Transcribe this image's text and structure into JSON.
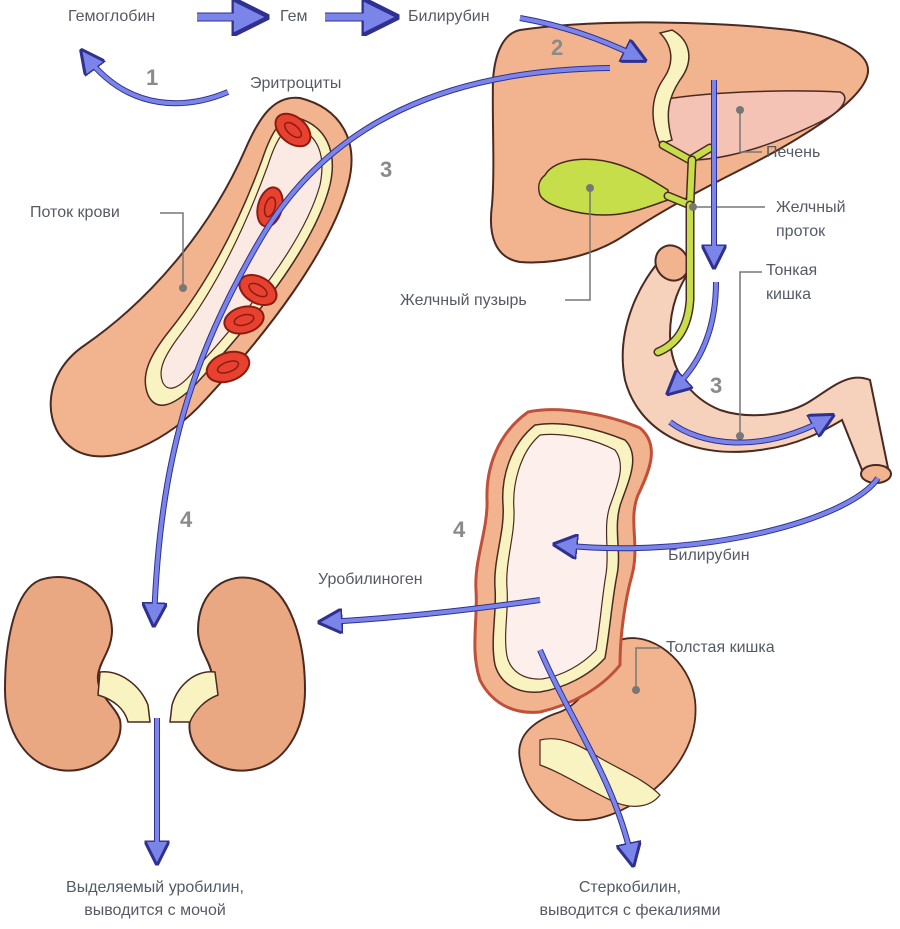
{
  "flow": {
    "hemoglobin": "Гемоглобин",
    "heme": "Гем",
    "bilirubin_top": "Билирубин",
    "erythrocytes": "Эритроциты"
  },
  "labels": {
    "blood_flow": "Поток крови",
    "liver": "Печень",
    "bile_duct_line1": "Желчный",
    "bile_duct_line2": "проток",
    "gallbladder": "Желчный пузырь",
    "small_intestine_line1": "Тонкая",
    "small_intestine_line2": "кишка",
    "bilirubin_colon": "Билирубин",
    "urobilinogen": "Уробилиноген",
    "large_intestine": "Толстая кишка",
    "urine_line1": "Выделяемый уробилин,",
    "urine_line2": "выводится с мочой",
    "feces_line1": "Стеркобилин,",
    "feces_line2": "выводится с фекалиями"
  },
  "steps": {
    "s1": "1",
    "s2": "2",
    "s3a": "3",
    "s3b": "3",
    "s4a": "4",
    "s4b": "4"
  },
  "colors": {
    "arrow": "#7b84e8",
    "arrow_outline": "#3b3f9e",
    "organ_orange": "#f2b48e",
    "liver_pink": "#f4c3b6",
    "gallbladder_green": "#c5de4a",
    "bile_yellow": "#f8f3c0",
    "rbc_red": "#e8412f",
    "outline_dark": "#4a2a20"
  }
}
